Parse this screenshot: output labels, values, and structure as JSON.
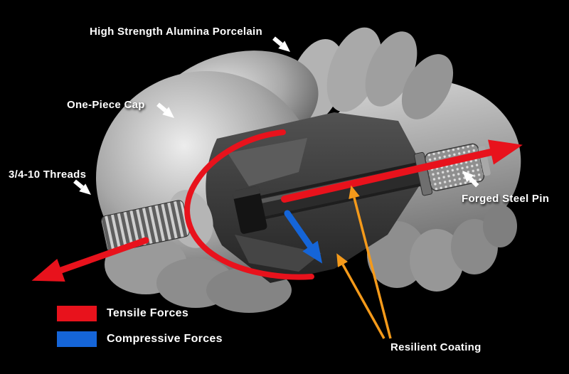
{
  "labels": {
    "porcelain": "High Strength Alumina Porcelain",
    "cap": "One-Piece Cap",
    "threads": "3/4-10 Threads",
    "pin": "Forged Steel Pin",
    "coating": "Resilient Coating"
  },
  "legend": [
    {
      "label": "Tensile Forces",
      "color": "#e8121c"
    },
    {
      "label": "Compressive Forces",
      "color": "#1565d8"
    }
  ],
  "colors": {
    "background": "#000000",
    "tensile": "#e8121c",
    "compressive": "#1565d8",
    "coating_pointer": "#f59a1a",
    "pointer": "#ffffff",
    "label_text": "#ffffff"
  }
}
